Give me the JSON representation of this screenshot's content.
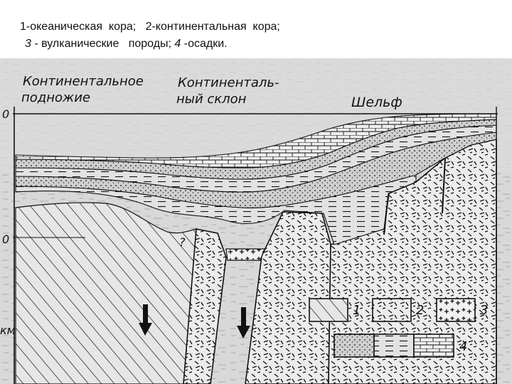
{
  "caption": {
    "line1": "1-океаническая  кора;   2-континентальная  кора;",
    "line2_num3": "3",
    "line2_text3": " - вулканические   породы; ",
    "line2_num4": "4",
    "line2_text4": " -осадки."
  },
  "diagram": {
    "zone_labels": {
      "foot_line1": "Континентальное",
      "foot_line2": "подножие",
      "slope_line1": "Континенталь-",
      "slope_line2": "ный склон",
      "shelf": "Шельф"
    },
    "depth_labels": {
      "upper_zero": "0",
      "lower_zero": "0",
      "km": "км"
    },
    "question_mark": "?",
    "legend": {
      "n1": "1",
      "n2": "2",
      "n3": "3",
      "n4": "4"
    }
  },
  "colors": {
    "ink": "#111111",
    "paper": "#ffffff",
    "scan_gray": "#d9d9d9",
    "scan_light": "#e9e9e9"
  }
}
